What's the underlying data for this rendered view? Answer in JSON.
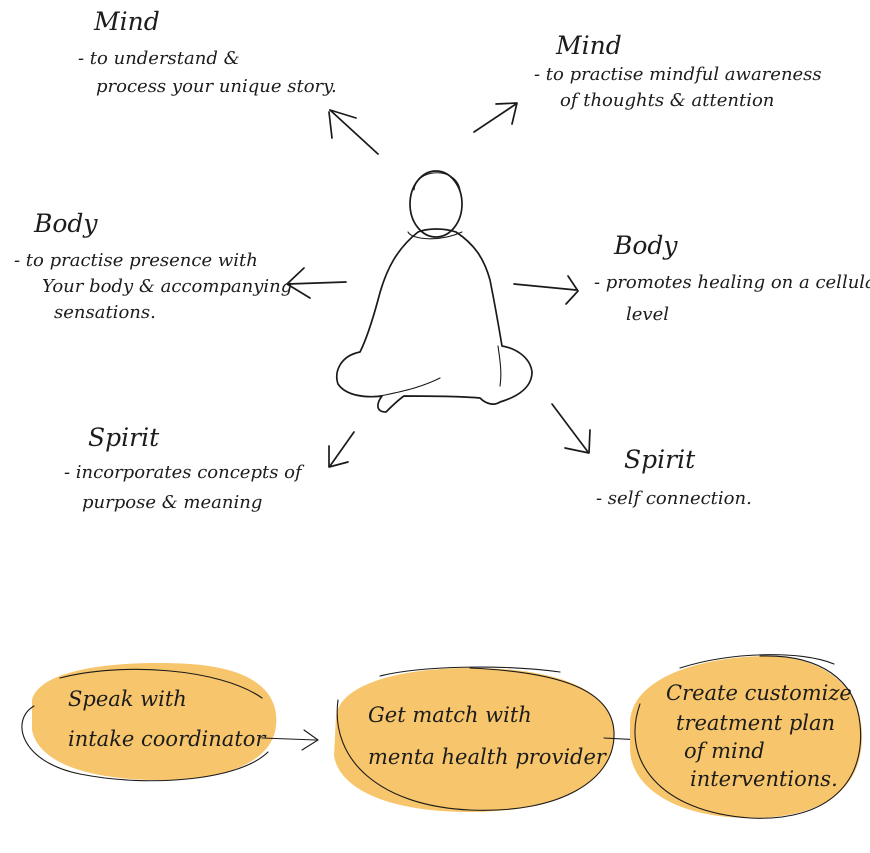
{
  "figure": {
    "skin": "#f78591",
    "outline": "#1a1a1a"
  },
  "notes": {
    "mind_left": {
      "title": "Mind",
      "lines": [
        "- to understand &",
        "process your unique story."
      ]
    },
    "mind_right": {
      "title": "Mind",
      "lines": [
        "- to practise mindful awareness",
        "of thoughts & attention"
      ]
    },
    "body_left": {
      "title": "Body",
      "lines": [
        "- to practise presence with",
        "Your body & accompanying",
        "sensations."
      ]
    },
    "body_right": {
      "title": "Body",
      "lines": [
        "- promotes healing on a cellular",
        "level"
      ]
    },
    "spirit_left": {
      "title": "Spirit",
      "lines": [
        "- incorporates concepts of",
        "purpose & meaning"
      ]
    },
    "spirit_right": {
      "title": "Spirit",
      "lines": [
        "- self connection."
      ]
    }
  },
  "steps": {
    "fill": "#f7c56b",
    "items": [
      {
        "lines": [
          "Speak with",
          "intake coordinator"
        ]
      },
      {
        "lines": [
          "Get match with",
          "menta health provider"
        ]
      },
      {
        "lines": [
          "Create customize",
          "treatment plan",
          "of mind",
          "interventions."
        ]
      }
    ]
  }
}
